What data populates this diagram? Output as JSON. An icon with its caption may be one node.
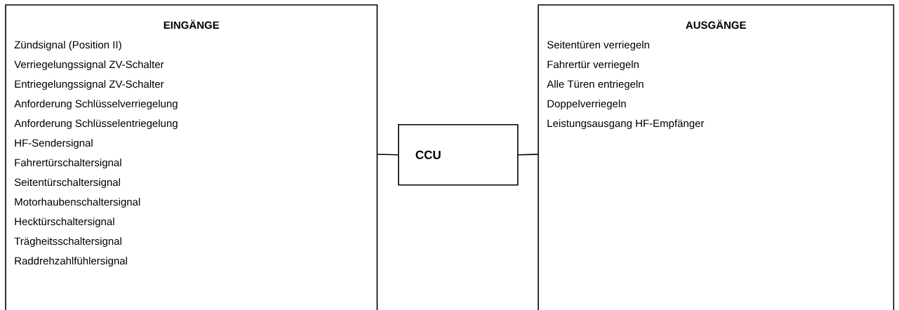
{
  "diagram": {
    "nodes": [
      {
        "text": [
          "EINGÄNGE",
          "Zündsignal (Position II)",
          "Verriegelungssignal ZV-Schalter",
          "Entriegelungssignal ZV-Schalter",
          "Anforderung Schlüsselverriegelung",
          "Anforderung Schlüsselentriegelung",
          "HF-Sendersignal",
          "Fahrertürschaltersignal",
          "Seitentürschaltersignal",
          "Motorhaubenschaltersignal",
          "Hecktürschaltersignal",
          "Trägheitsschaltersignal",
          "Raddrehzahlfühlersignal"
        ]
      },
      {
        "text": [
          "CCU"
        ]
      },
      {
        "text": [
          "AUSGÄNGE",
          "Seitentüren verriegeln",
          "Fahrertür verriegeln",
          "Alle Türen entriegeln",
          "Doppelverriegeln",
          "Leistungsausgang HF-Empfänger"
        ]
      }
    ],
    "edges": [
      {
        "from": 0,
        "to": 1,
        "arrow": "none"
      },
      {
        "from": 1,
        "to": 2,
        "arrow": "none"
      }
    ]
  }
}
